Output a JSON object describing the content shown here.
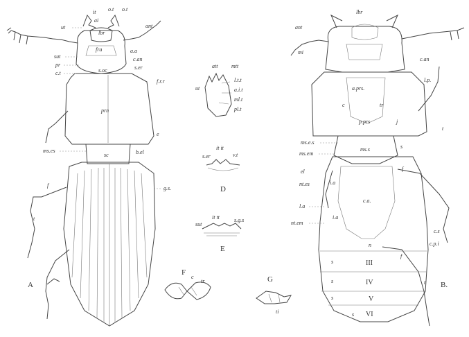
{
  "figure_letters": {
    "A": "A",
    "B": "B.",
    "D": "D",
    "E": "E",
    "F": "F",
    "G": "G"
  },
  "labels_A": {
    "ut": "ut",
    "it": "it",
    "ot": "o.t",
    "ant": "ant.",
    "ai": "ai",
    "lbr": "lbr",
    "fra": "fra",
    "sut": "sut",
    "pr": "pr",
    "aa": "a.a",
    "can": "c.an",
    "ser": "s.er",
    "ct": "c.t",
    "soc": "s.oc",
    "frr": "f.r.r",
    "prn": "prn",
    "e": "e",
    "mses": "ms.es",
    "sc": "sc",
    "bel": "b.el",
    "f": "f",
    "gs": "g.s.",
    "t": "t"
  },
  "labels_C": {
    "att": "att",
    "mtt": "mtt",
    "ltt": "l.t.t",
    "ut": "ut",
    "ait": "a.i.t",
    "mlt": "ml.t",
    "plt": "pl.t"
  },
  "labels_D": {
    "it_it": "it it",
    "ser": "s.er",
    "vt": "v.t"
  },
  "labels_E": {
    "sut": "sut",
    "itt": "it  tt",
    "sgs": "s.g.s"
  },
  "labels_F": {
    "c": "c",
    "tr": "tr"
  },
  "labels_G": {
    "ti": "ti"
  },
  "labels_B": {
    "ant": "ant",
    "lbr": "lbr",
    "can": "c.an",
    "mi": "mi",
    "lp": "l.p.",
    "aprs": "a.prs.",
    "c": "c",
    "tr": "tr",
    "pprs": "p.prs",
    "j": "j",
    "t": "t",
    "mses": "ms.e.s",
    "msem": "ms.em",
    "mss": "ms.s",
    "s": "s",
    "el": "el",
    "f": "f",
    "ntes": "nt.es",
    "ia": "i.a",
    "la": "l.a",
    "ca": "c.a.",
    "intem": "nt.em",
    "ia2": "i.a",
    "cs": "c.s",
    "cpi": "c.p.i",
    "sternite": "s",
    "n": "n"
  },
  "sternites": [
    "III",
    "IV",
    "V",
    "VI"
  ]
}
